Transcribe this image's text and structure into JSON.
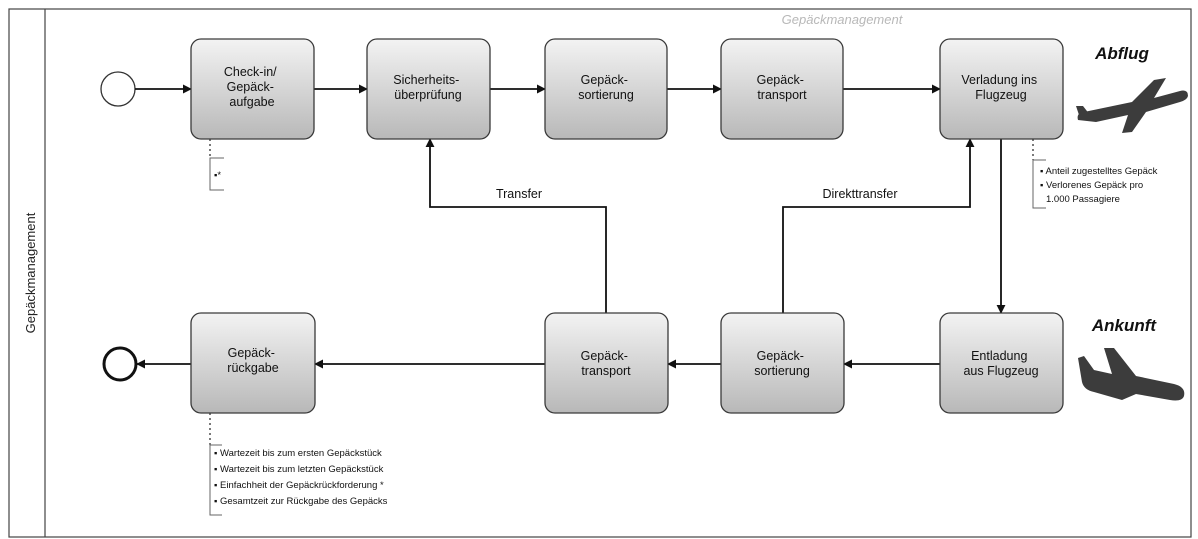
{
  "pool": {
    "lane_label": "Gepäckmanagement",
    "watermark": "Gepäckmanagement"
  },
  "tasks": {
    "checkin": [
      "Check-in/",
      "Gepäck-",
      "aufgabe"
    ],
    "security": [
      "Sicherheits-",
      "überprüfung"
    ],
    "sort_top": [
      "Gepäck-",
      "sortierung"
    ],
    "transport_top": [
      "Gepäck-",
      "transport"
    ],
    "load": [
      "Verladung ins",
      "Flugzeug"
    ],
    "unload": [
      "Entladung",
      "aus Flugzeug"
    ],
    "sort_bottom": [
      "Gepäck-",
      "sortierung"
    ],
    "transport_bottom": [
      "Gepäck-",
      "transport"
    ],
    "reclaim": [
      "Gepäck-",
      "rückgabe"
    ]
  },
  "flow_labels": {
    "transfer": "Transfer",
    "direct_transfer": "Direkttransfer"
  },
  "headings": {
    "departure": "Abflug",
    "arrival": "Ankunft"
  },
  "annotations": {
    "checkin": [
      "▪*"
    ],
    "load": [
      "▪ Anteil zugestelltes Gepäck",
      "▪ Verlorenes Gepäck pro",
      "1.000 Passagiere"
    ],
    "reclaim": [
      "▪  Wartezeit bis zum ersten Gepäckstück",
      "▪  Wartezeit bis zum letzten Gepäckstück",
      "▪  Einfachheit der Gepäckrückforderung *",
      "▪  Gesamtzeit zur Rückgabe des Gepäcks"
    ]
  },
  "colors": {
    "task_fill_top": "#f2f2f2",
    "task_fill_bottom": "#b9b9b9",
    "airplane": "#3c3c3c",
    "watermark": "#b8b8b8"
  },
  "icons": {
    "departure": "airplane-takeoff-icon",
    "arrival": "airplane-landing-icon"
  }
}
